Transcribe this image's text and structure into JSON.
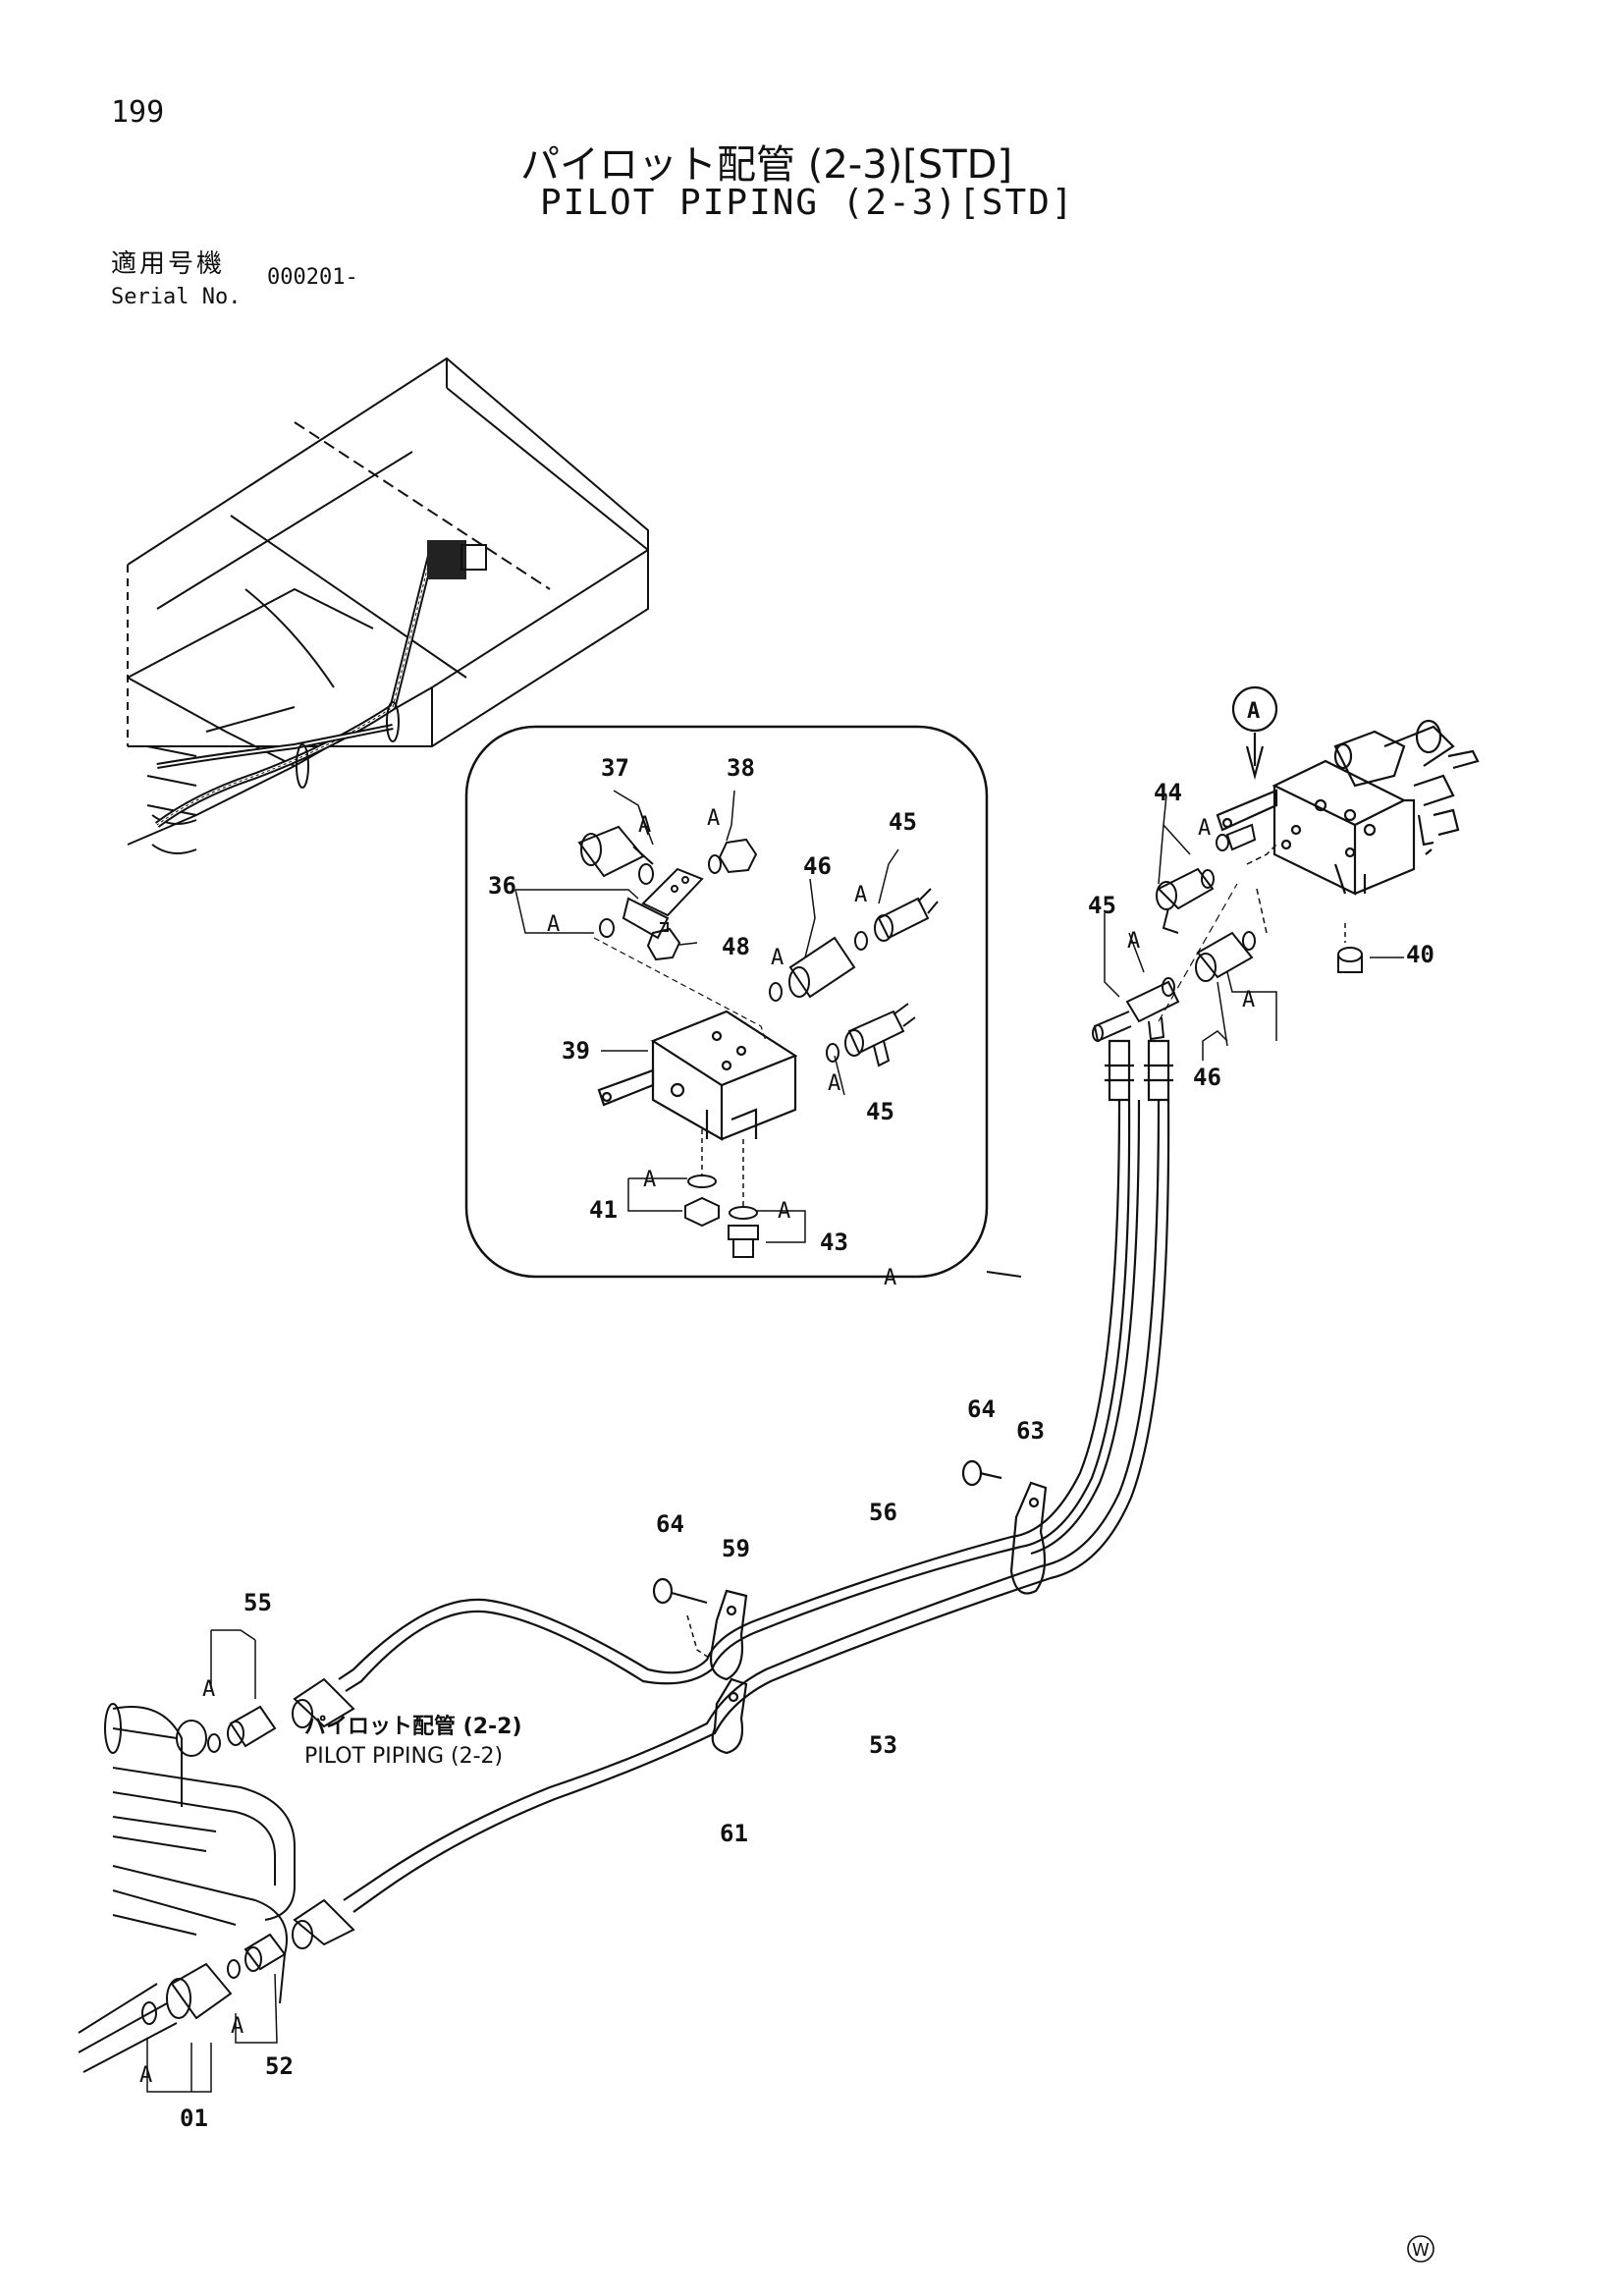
{
  "header": {
    "page_number": "199",
    "title_jp": "パイロット配管 (2-3)[STD]",
    "title_en": "PILOT PIPING (2-3)[STD]",
    "serial_label_jp": "適用号機",
    "serial_label_en": "Serial No.",
    "serial_value": "000201-"
  },
  "callouts": {
    "p37": "37",
    "p38": "38",
    "p36": "36",
    "p48": "48",
    "p46a": "46",
    "p45a": "45",
    "p39": "39",
    "p45b": "45",
    "p41": "41",
    "p43": "43",
    "p44": "44",
    "p45c": "45",
    "p40": "40",
    "p46b": "46",
    "p64a": "64",
    "p63": "63",
    "p56": "56",
    "p64b": "64",
    "p59": "59",
    "p55": "55",
    "p53": "53",
    "p61": "61",
    "p52": "52",
    "p01": "01"
  },
  "markers": {
    "a": "A",
    "view_a": "A"
  },
  "reference": {
    "jp": "パイロット配管 (2-2)",
    "en": "PILOT PIPING (2-2)"
  },
  "logo": "W"
}
